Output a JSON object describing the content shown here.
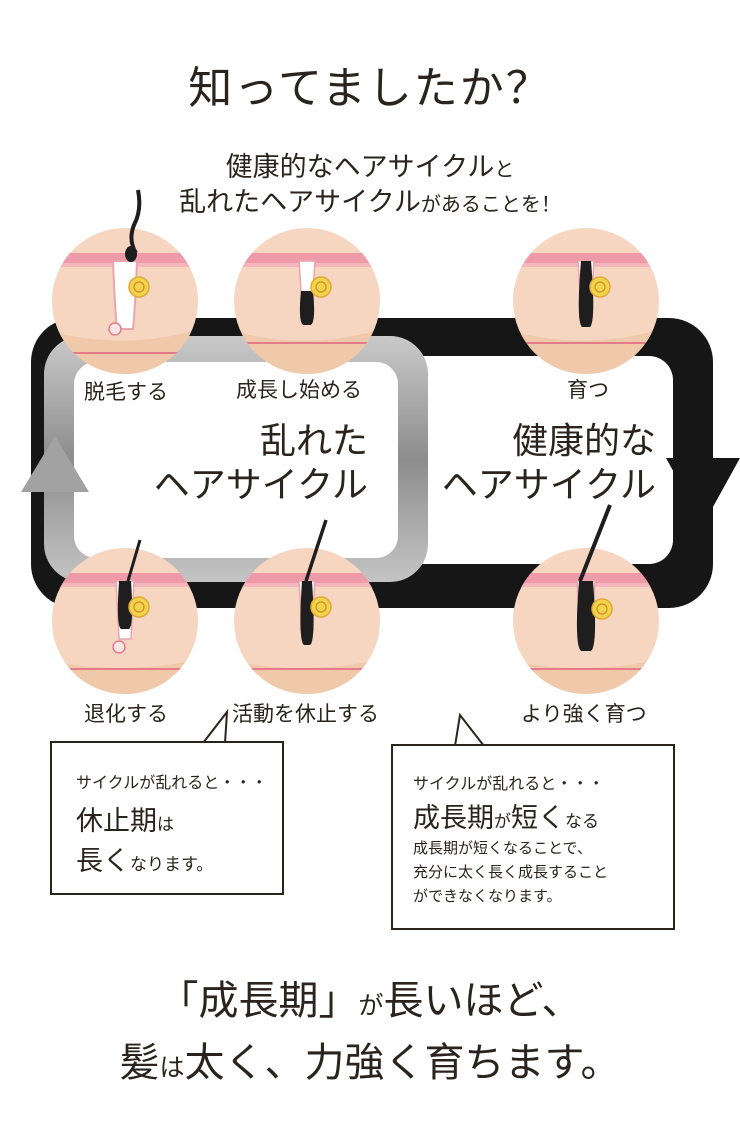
{
  "title": "知ってましたか？",
  "intro": {
    "line1_main": "健康的なヘアサイクル",
    "line1_small": "と",
    "line2_main": "乱れたヘアサイクル",
    "line2_small": "があることを！"
  },
  "cycles": {
    "disturbed_line1": "乱れた",
    "disturbed_line2": "ヘアサイクル",
    "healthy_line1": "健康的な",
    "healthy_line2": "ヘアサイクル"
  },
  "stages": {
    "hair_removal": "脱毛する",
    "growth_start": "成長し始める",
    "grow": "育つ",
    "regression": "退化する",
    "rest": "活動を休止する",
    "grow_stronger": "より強く育つ"
  },
  "bubble_left": {
    "line1": "サイクルが乱れると・・・",
    "line2_main": "休止期",
    "line2_small": "は",
    "line3_main": "長く",
    "line3_small": "なります。"
  },
  "bubble_right": {
    "line1": "サイクルが乱れると・・・",
    "line2_a": "成長期",
    "line2_b": "が",
    "line2_c": "短く",
    "line2_d": "なる",
    "note1": "成長期が短くなることで、",
    "note2": "充分に太く長く成長すること",
    "note3": "ができなくなります。"
  },
  "closing": {
    "line1_main": "「成長期」",
    "line1_small": "が",
    "line1_rest": "長いほど、",
    "line2_a": "髪",
    "line2_b": "は",
    "line2_c": "太く、力強く育ちます。"
  },
  "colors": {
    "skin": "#f7d6c1",
    "skin_top": "#ef9aa8",
    "gland": "#f2d44c",
    "hair": "#1e1e1e",
    "healthy_ring": "#161616",
    "disturbed_ring": "#9a9a9a"
  }
}
